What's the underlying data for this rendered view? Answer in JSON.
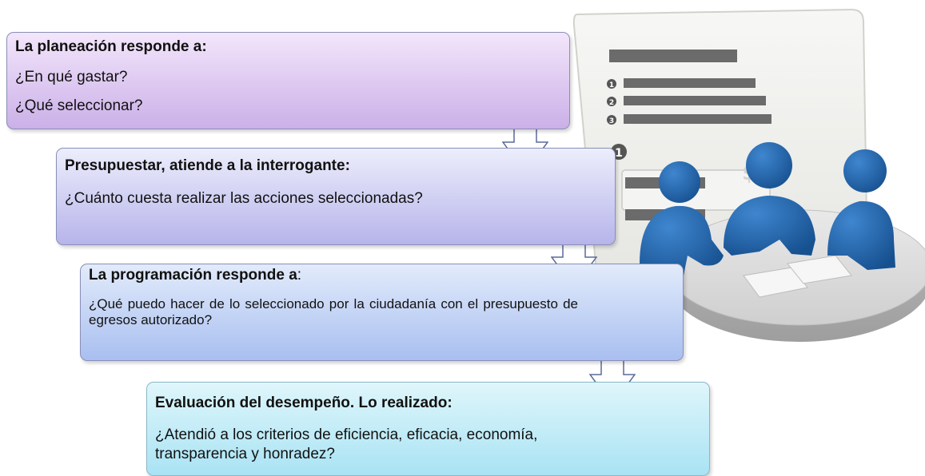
{
  "box1": {
    "title": "La planeación responde a:",
    "line1": "¿En qué gastar?",
    "line2": "¿Qué seleccionar?"
  },
  "box2": {
    "title": "Presupuestar, atiende a la interrogante:",
    "body": "¿Cuánto cuesta realizar las acciones seleccionadas?"
  },
  "box3": {
    "title_bold": "La programación responde a",
    "title_tail": ":",
    "body": "¿Qué puedo hacer de lo seleccionado por la ciudadanía con el presupuesto de egresos autorizado?"
  },
  "box4": {
    "title": "Evaluación del desempeño. Lo realizado:",
    "body": "¿Atendió a los criterios de eficiencia, eficacia, economía, transparencia y honradez?"
  },
  "illustration": {
    "num1": "1",
    "num2": "2",
    "num3": "3",
    "big_num": "1",
    "currency": "$"
  },
  "colors": {
    "arrow_fill": "#ffffff",
    "arrow_stroke": "#5a6a9a",
    "figure_blue": "#1f5f9f",
    "table_gray": "#c8c8c8"
  }
}
